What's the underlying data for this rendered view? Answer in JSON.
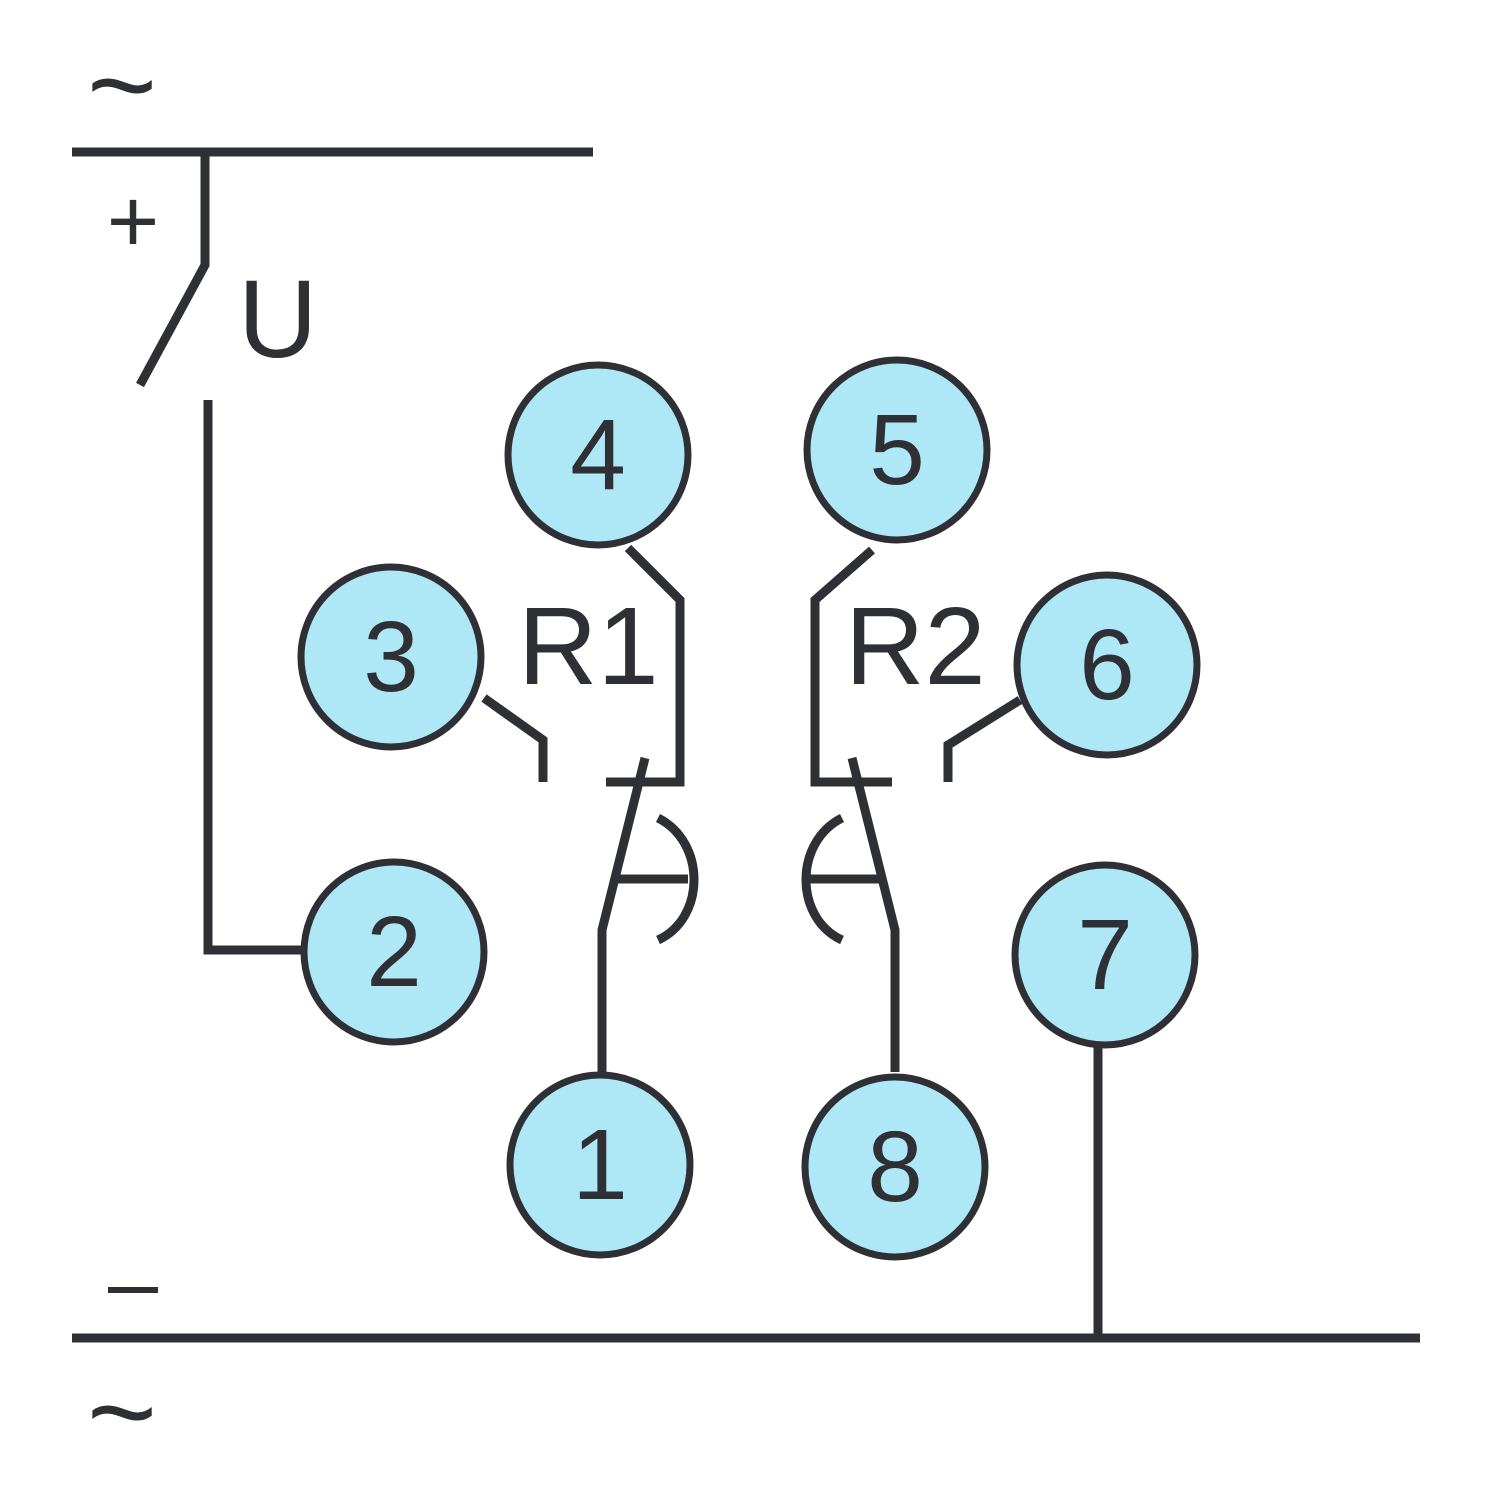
{
  "supply": {
    "top_symbol": "~",
    "top_sign": "+",
    "bottom_sign": "–",
    "bottom_symbol": "~",
    "switch_label": "U"
  },
  "relays": [
    {
      "label": "R1"
    },
    {
      "label": "R2"
    }
  ],
  "terminals": [
    {
      "number": "1"
    },
    {
      "number": "2"
    },
    {
      "number": "3"
    },
    {
      "number": "4"
    },
    {
      "number": "5"
    },
    {
      "number": "6"
    },
    {
      "number": "7"
    },
    {
      "number": "8"
    }
  ],
  "colors": {
    "terminal_fill": "#aee7f6",
    "line": "#2e3035"
  }
}
